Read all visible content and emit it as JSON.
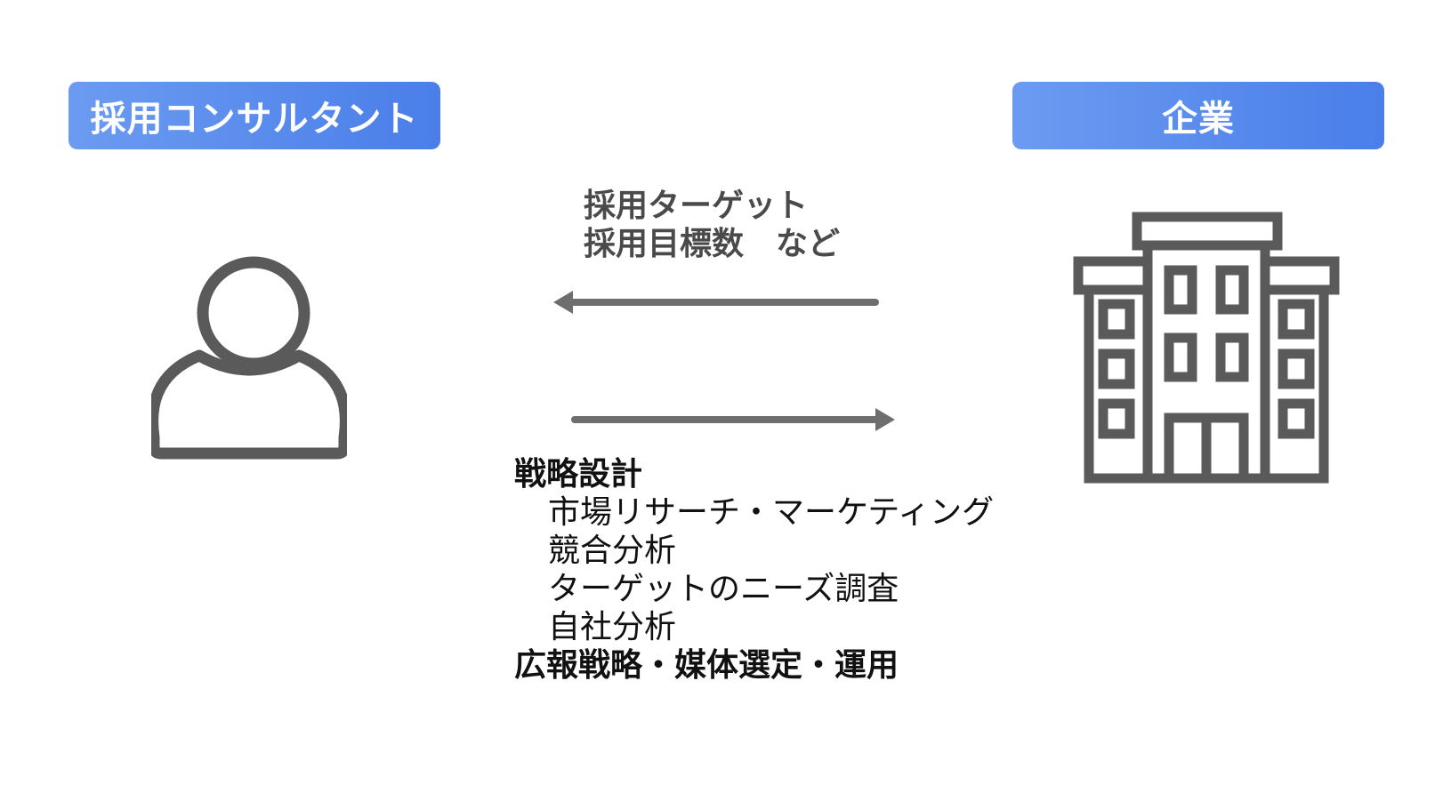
{
  "consultant": {
    "label": "採用コンサルタント"
  },
  "company": {
    "label": "企業"
  },
  "requests": [
    "採用ターゲット",
    "採用目標数　など"
  ],
  "services": {
    "strategy_title": "戦略設計",
    "strategy_items": [
      "市場リサーチ・マーケティング",
      "競合分析",
      "ターゲットのニーズ調査",
      "自社分析"
    ],
    "media_title": "広報戦略・媒体選定・運用"
  },
  "colors": {
    "accent_start": "#6b9bf1",
    "accent_end": "#4a7ee9",
    "icon": "#5a5a5a",
    "arrow": "#6e6e6e"
  },
  "icons": [
    "person-icon",
    "building-icon",
    "arrow-left-icon",
    "arrow-right-icon"
  ]
}
